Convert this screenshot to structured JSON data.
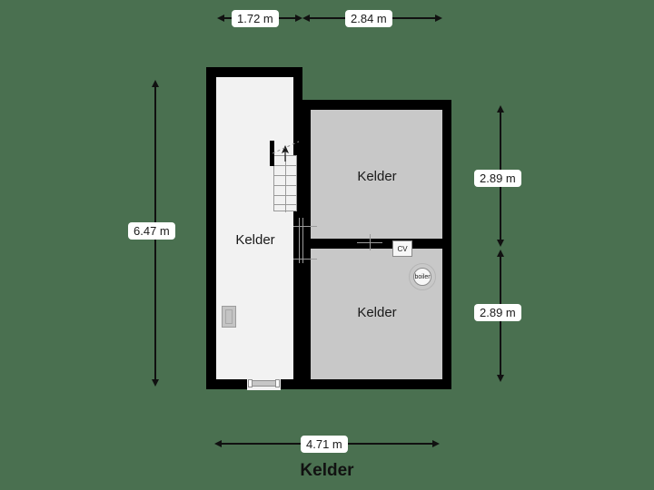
{
  "plan": {
    "title": "Kelder",
    "background_color": "#4a7050",
    "wall_color": "#000000",
    "room_fill_left": "#f2f2f2",
    "room_fill_right": "#c8c8c8"
  },
  "rooms": [
    {
      "id": "left",
      "label": "Kelder"
    },
    {
      "id": "right-top",
      "label": "Kelder"
    },
    {
      "id": "right-bottom",
      "label": "Kelder"
    }
  ],
  "dimensions": {
    "top_left": {
      "value": "1.72 m"
    },
    "top_right": {
      "value": "2.84 m"
    },
    "left": {
      "value": "6.47 m"
    },
    "right_top": {
      "value": "2.89 m"
    },
    "right_bottom": {
      "value": "2.89 m"
    },
    "bottom": {
      "value": "4.71 m"
    }
  },
  "fixtures": {
    "cv": {
      "label": "CV"
    },
    "boiler": {
      "label": "boiler"
    }
  },
  "stairs": {
    "direction_icon": "up-arrow-icon"
  }
}
